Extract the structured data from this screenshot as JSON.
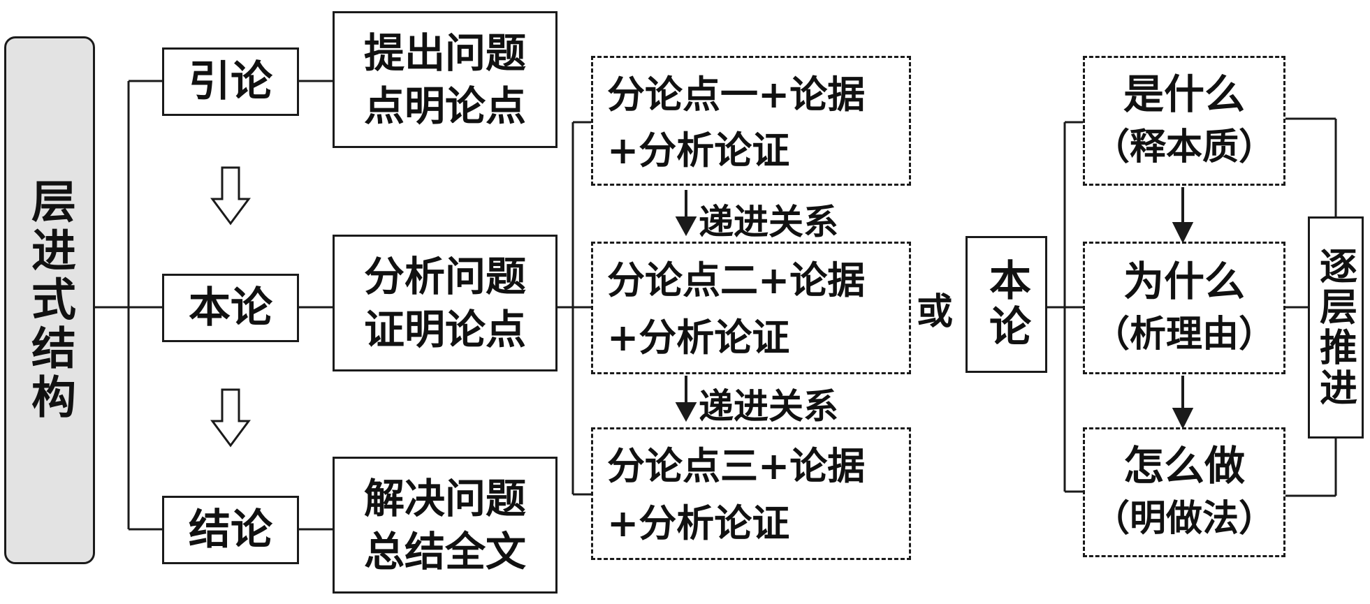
{
  "root": "层进式结构",
  "sections": [
    {
      "name": "引论",
      "desc1": "提出问题",
      "desc2": "点明论点"
    },
    {
      "name": "本论",
      "desc1": "分析问题",
      "desc2": "证明论点"
    },
    {
      "name": "结论",
      "desc1": "解决问题",
      "desc2": "总结全文"
    }
  ],
  "sub_points": [
    {
      "line1": "分论点一+论据",
      "line2": "+分析论证"
    },
    {
      "line1": "分论点二+论据",
      "line2": "+分析论证"
    },
    {
      "line1": "分论点三+论据",
      "line2": "+分析论证"
    }
  ],
  "relation_label": "递进关系",
  "or_label": "或",
  "benlun_box": "本论",
  "questions": [
    {
      "q": "是什么",
      "note": "（释本质）"
    },
    {
      "q": "为什么",
      "note": "（析理由）"
    },
    {
      "q": "怎么做",
      "note": "（明做法）"
    }
  ],
  "side_label": "逐层推进"
}
